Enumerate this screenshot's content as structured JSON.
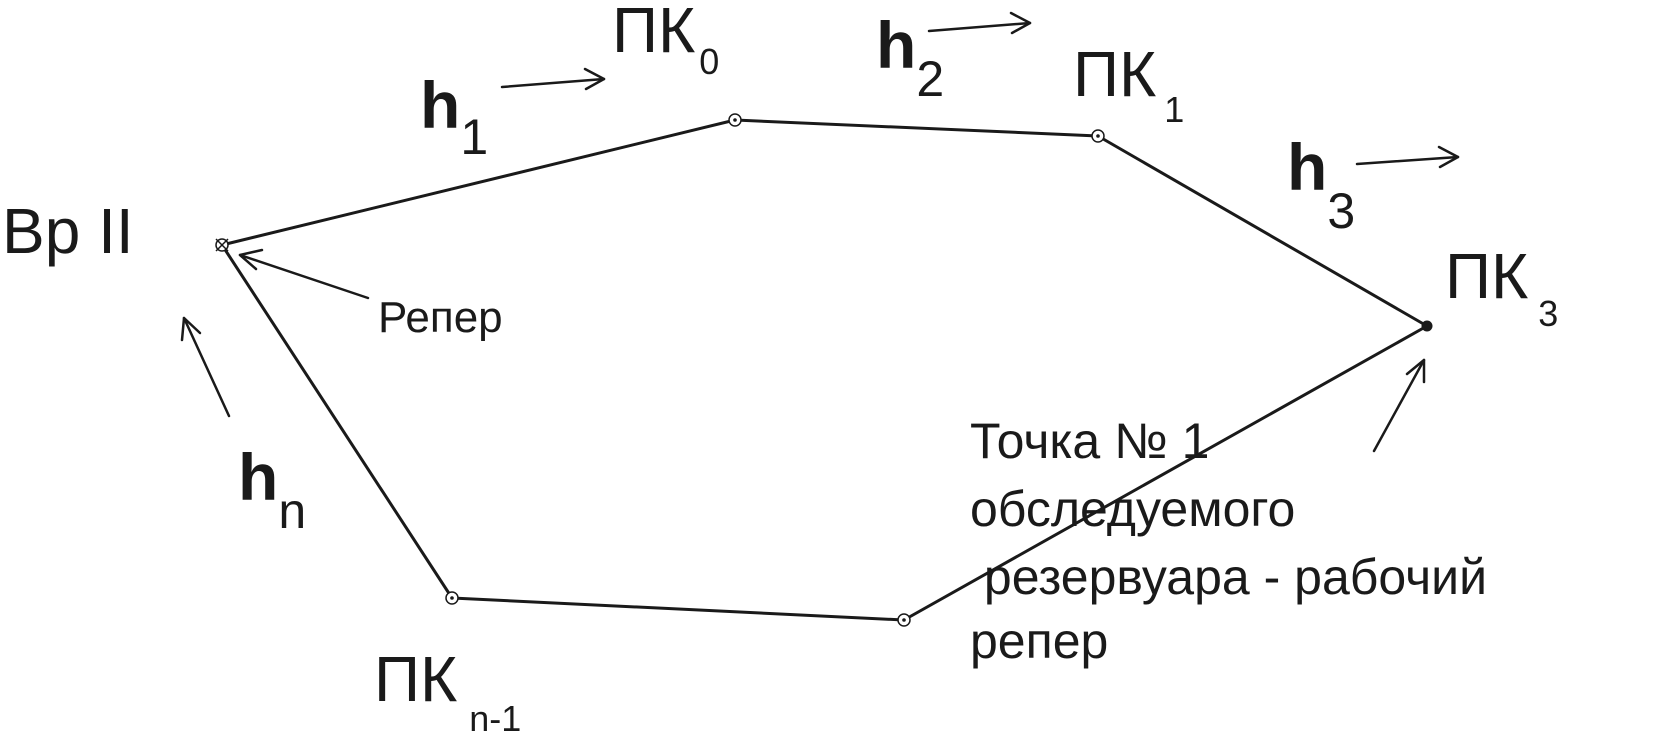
{
  "benchmark": {
    "label": "Вр II",
    "marker_label": "Репер"
  },
  "stations": [
    {
      "prefix": "ПК",
      "index": "0"
    },
    {
      "prefix": "ПК",
      "index": "1"
    },
    {
      "prefix": "ПК",
      "index": "3"
    },
    {
      "prefix": "ПК",
      "index": "n-1"
    }
  ],
  "elevation_labels": [
    {
      "letter": "h",
      "index": "1"
    },
    {
      "letter": "h",
      "index": "2"
    },
    {
      "letter": "h",
      "index": "3"
    },
    {
      "letter": "h",
      "index": "n"
    }
  ],
  "work_benchmark_note": [
    "Точка № 1",
    "обследуемого",
    " резервуара - рабочий",
    "репер"
  ],
  "colors": {
    "line": "#1a1a1a",
    "background": "#ffffff"
  }
}
